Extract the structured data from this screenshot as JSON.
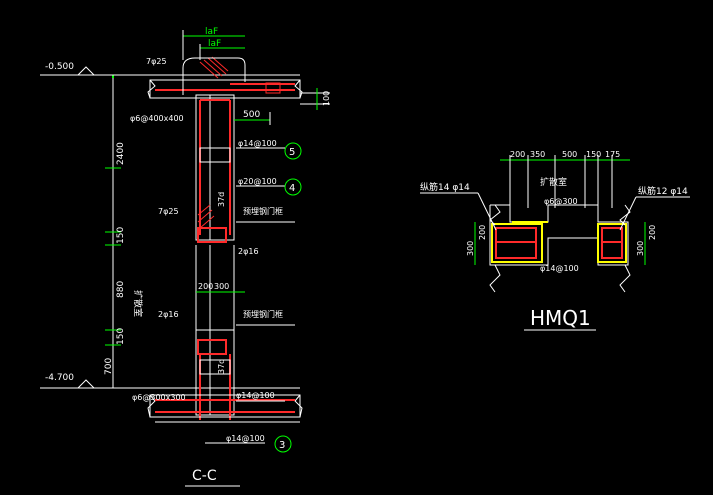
{
  "colors": {
    "background": "#000000",
    "line": "#ffffff",
    "dim": "#00ff00",
    "rebar": "#ff2a2a",
    "concrete": "#ffff00",
    "hatch": "#ff2a2a"
  },
  "section_cc": {
    "title": "C-C",
    "levels": {
      "top": "-0.500",
      "bottom": "-4.700"
    },
    "dim_vertical": [
      "2400",
      "150",
      "880",
      "150",
      "700"
    ],
    "dim_top": [
      "laF",
      "laF"
    ],
    "dim_500": "500",
    "dim_100": "100",
    "dim_bottom": [
      "200",
      "300"
    ],
    "room_label": "扩散室",
    "labels": {
      "bar_top": "7φ25",
      "stirrup_top": "φ6@400x400",
      "bar_mid": "7φ25",
      "bar_2phi16_a": "2φ16",
      "bar_2phi16_b": "2φ16",
      "embed_a": "预埋钢门框",
      "embed_b": "预埋钢门框",
      "phi14_100_a": "φ14@100",
      "phi20_100": "φ20@100",
      "phi14_100_b": "φ14@100",
      "phi14_100_c": "φ14@100",
      "stirrup_bot": "φ6@300x300",
      "lap_a": "37d",
      "lap_b": "37d"
    },
    "markers": [
      "5",
      "4",
      "3"
    ]
  },
  "hmq1": {
    "title": "HMQ1",
    "dims_top": [
      "200",
      "350",
      "500",
      "150",
      "175"
    ],
    "dims_left": [
      "300",
      "200"
    ],
    "dims_right": [
      "300",
      "200"
    ],
    "labels": {
      "left_bars": "纵筋14 φ14",
      "right_bars": "纵筋12 φ14",
      "room": "扩散室",
      "stirrup": "φ6@300",
      "bottom_bar": "φ14@100"
    }
  }
}
